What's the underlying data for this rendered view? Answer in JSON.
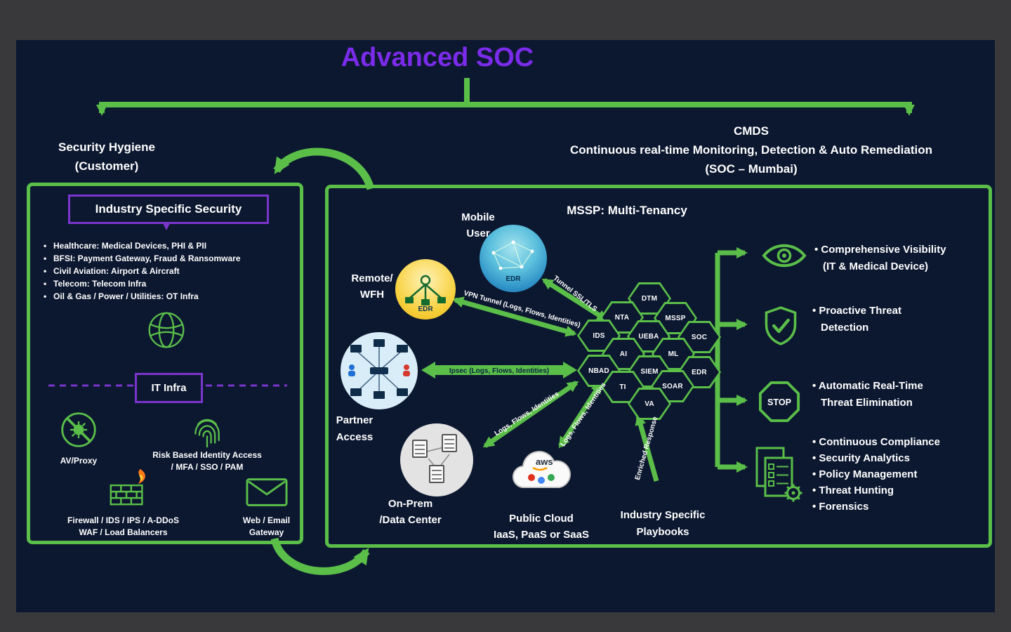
{
  "title": "Advanced SOC",
  "headings": {
    "left1": "Security Hygiene",
    "left2": "(Customer)",
    "right1": "CMDS",
    "right2": "Continuous real-time Monitoring, Detection & Auto Remediation",
    "right3": "(SOC – Mumbai)"
  },
  "left_panel": {
    "box_title": "Industry Specific Security",
    "bullets": [
      "Healthcare: Medical Devices, PHI & PII",
      "BFSI: Payment Gateway, Fraud & Ransomware",
      "Civil Aviation: Airport & Aircraft",
      "Telecom: Telecom Infra",
      "Oil & Gas / Power / Utilities: OT Infra"
    ],
    "it_infra": "IT Infra",
    "av_label": "AV/Proxy",
    "identity1": "Risk Based Identity Access",
    "identity2": "/ MFA / SSO / PAM",
    "firewall1": "Firewall / IDS / IPS / A-DDoS",
    "firewall2": "WAF / Load Balancers",
    "gateway1": "Web / Email",
    "gateway2": "Gateway"
  },
  "right_panel": {
    "title": "MSSP: Multi-Tenancy",
    "mobile1": "Mobile",
    "mobile2": "User",
    "mobile_edr": "EDR",
    "remote1": "Remote/",
    "remote2": "WFH",
    "remote_edr": "EDR",
    "partner1": "Partner",
    "partner2": "Access",
    "onprem1": "On-Prem",
    "onprem2": "/Data Center",
    "cloud1": "Public Cloud",
    "cloud2": "IaaS, PaaS or SaaS",
    "aws": "aws",
    "playbooks1": "Industry Specific",
    "playbooks2": "Playbooks",
    "hexagons": [
      "DTM",
      "NTA",
      "MSSP",
      "IDS",
      "UEBA",
      "SOC",
      "AI",
      "ML",
      "NBAD",
      "SIEM",
      "EDR",
      "TI",
      "SOAR",
      "VA"
    ],
    "links": {
      "vpn": "VPN Tunnel (Logs, Flows, Identities)",
      "ssl": "Tunnel SSL/TLS",
      "ipsec": "Ipsec (Logs, Flows, Identities)",
      "logs_onprem": "Logs, Flows, Identities",
      "logs_cloud": "Logs, Flows, Identities",
      "enriched": "Enriched Response"
    },
    "stop": "STOP",
    "outcomes": [
      {
        "l1": "• Comprehensive Visibility",
        "l2": "(IT  & Medical Device)"
      },
      {
        "l1": "• Proactive Threat",
        "l2": "Detection"
      },
      {
        "l1": "• Automatic Real-Time",
        "l2": "Threat Elimination"
      }
    ],
    "compliance": [
      "• Continuous Compliance",
      "• Security Analytics",
      "• Policy Management",
      "• Threat Hunting",
      "• Forensics"
    ]
  },
  "colors": {
    "green": "#5abe49",
    "purple": "#7a35cc",
    "title_purple": "#7b2bea",
    "background": "#0c1830",
    "frame": "#39393b"
  }
}
